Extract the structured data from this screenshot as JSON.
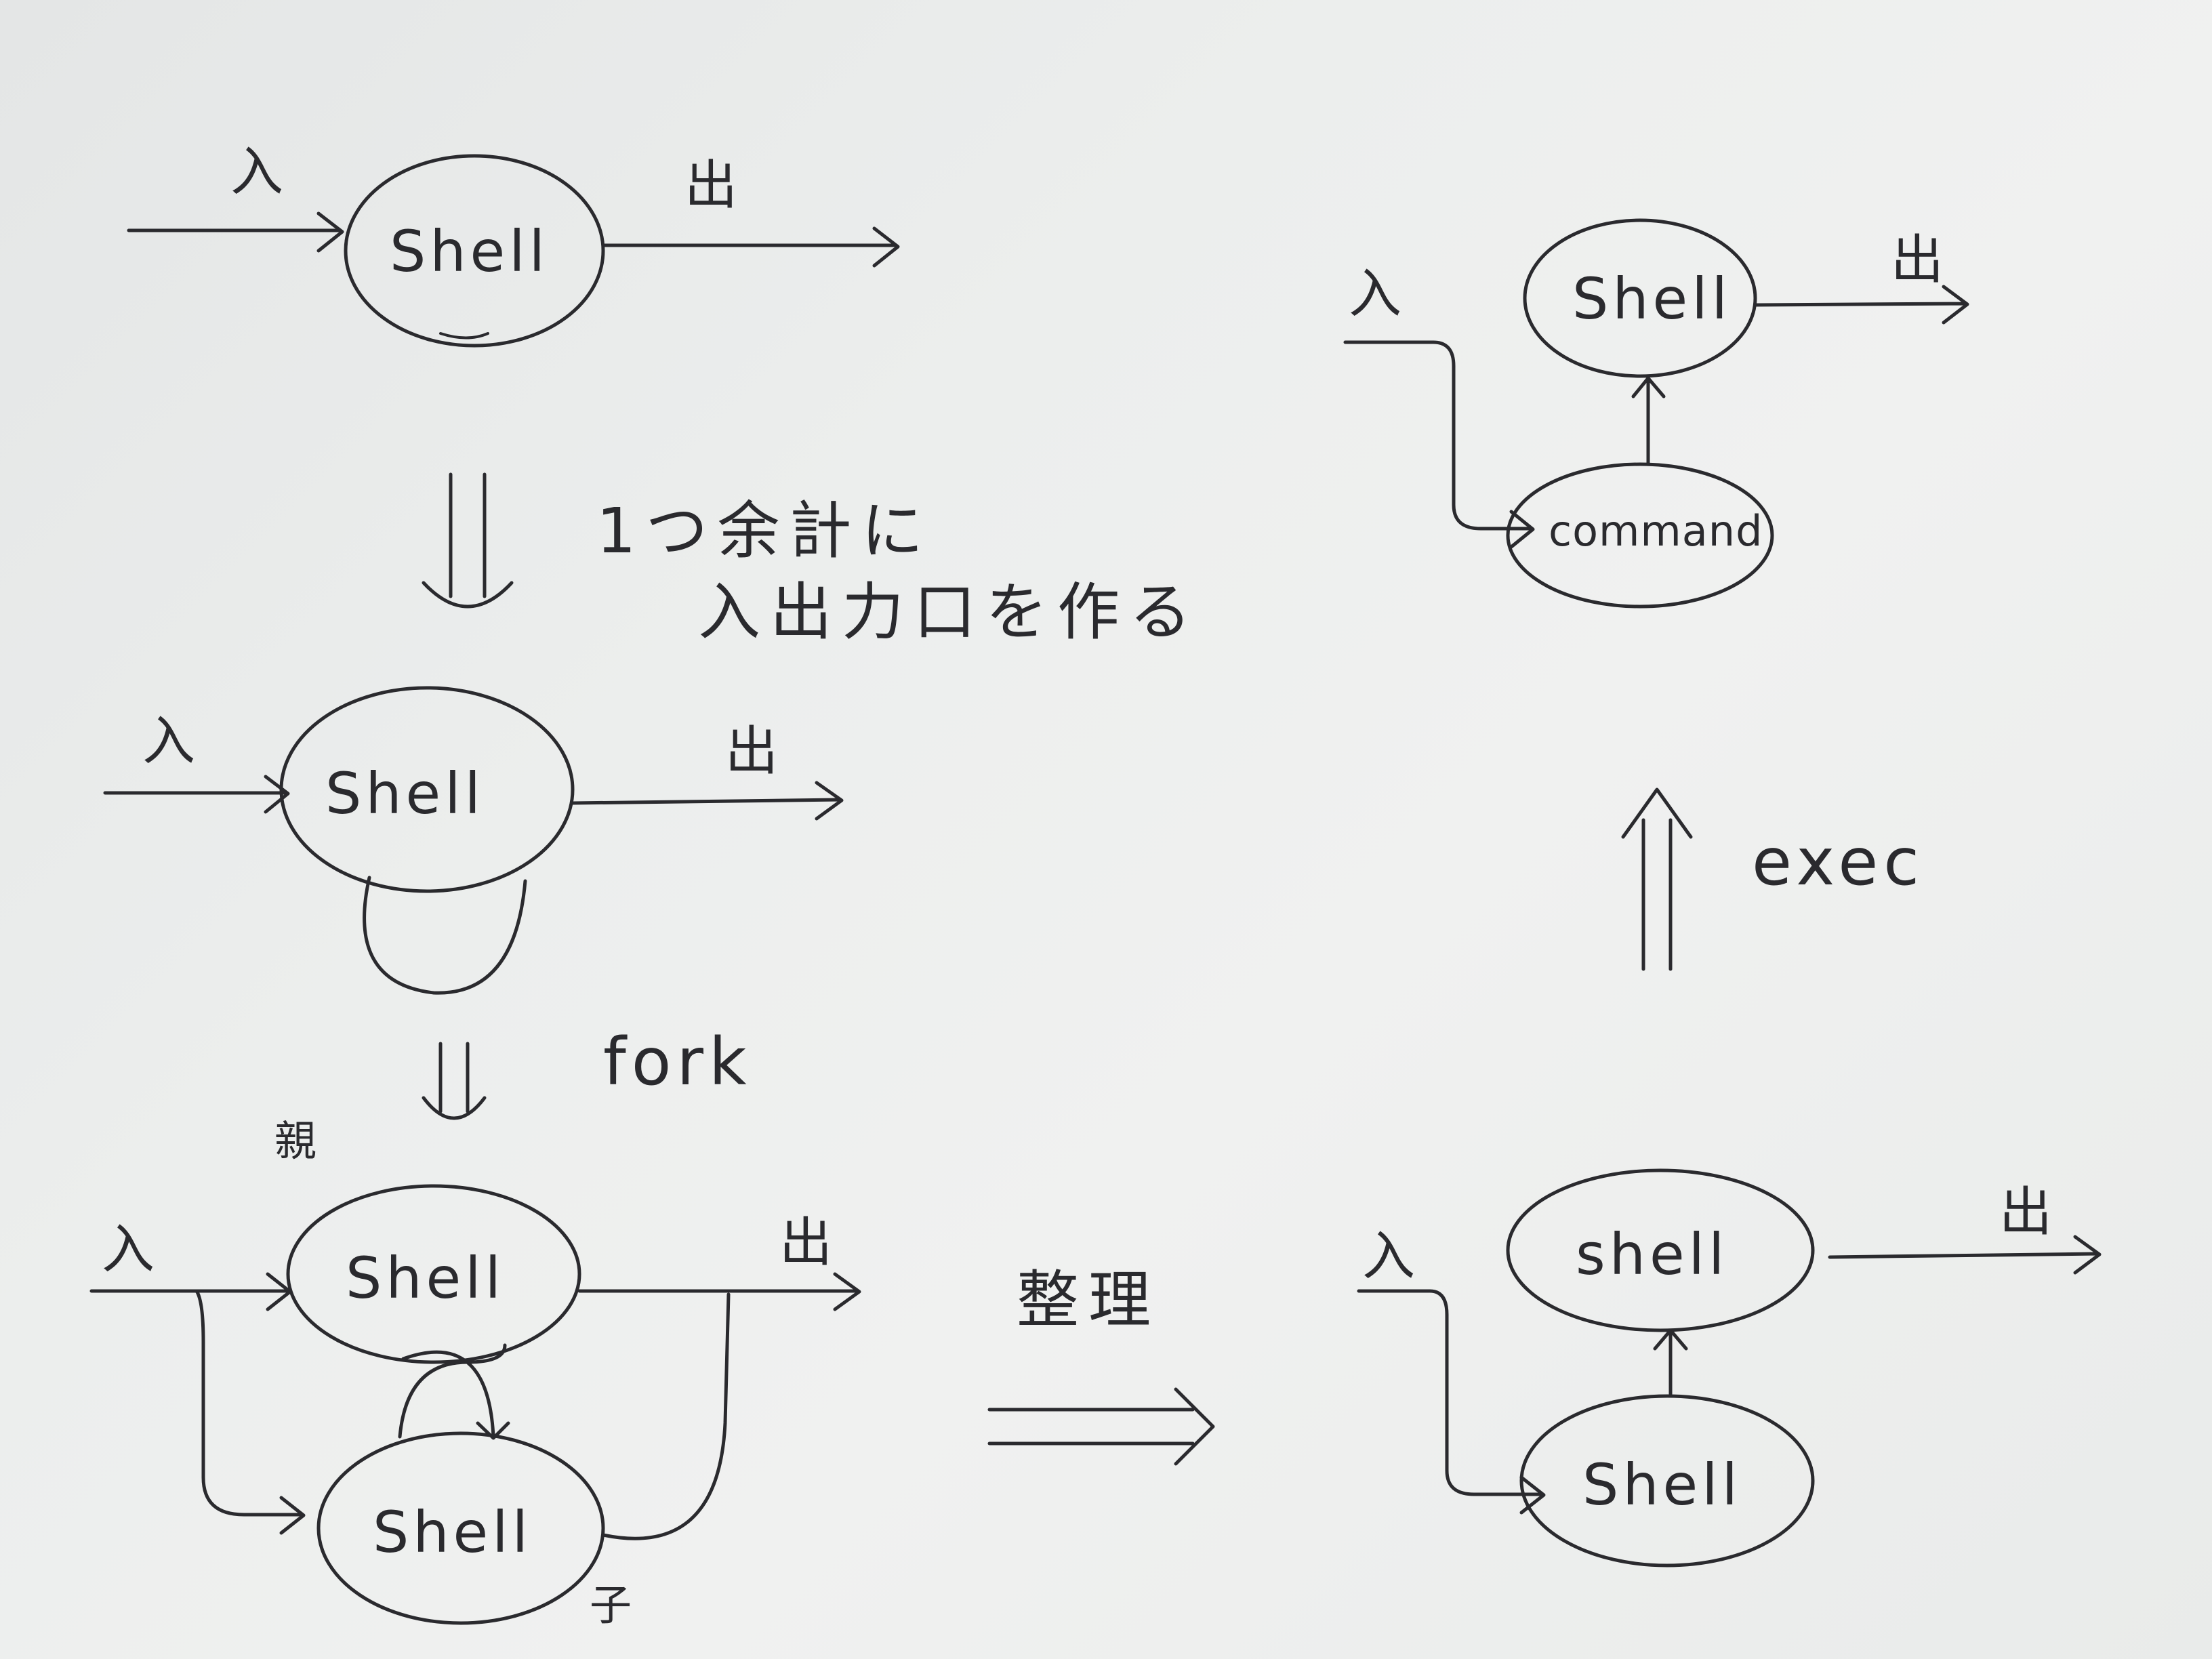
{
  "labels": {
    "shell": "Shell",
    "shell_lower": "shell",
    "command": "command",
    "in": "入",
    "out": "出",
    "parent": "親",
    "child": "子",
    "note_line1": "1つ余計に",
    "note_line2": "入出力口を作る",
    "fork": "fork",
    "arrange": "整理",
    "exec": "exec"
  },
  "colors": {
    "ink": "#2a2a2e",
    "paper": "#eceeed"
  }
}
